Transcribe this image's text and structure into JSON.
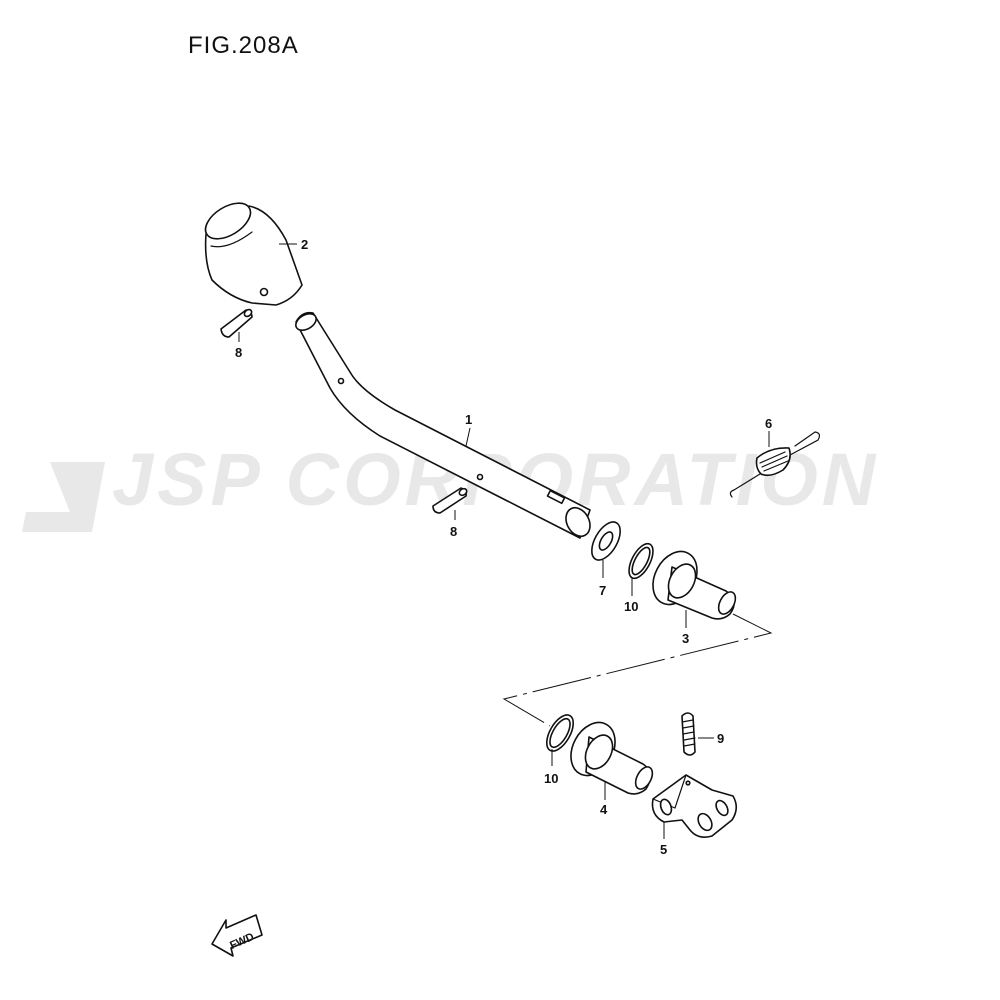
{
  "figure": {
    "title": "FIG.208A"
  },
  "watermark": {
    "text": "JSP CORPORATION",
    "color": "#e8e8e8"
  },
  "callouts": {
    "c1": "1",
    "c2": "2",
    "c3": "3",
    "c4": "4",
    "c5": "5",
    "c6": "6",
    "c7": "7",
    "c8a": "8",
    "c8b": "8",
    "c9": "9",
    "c10a": "10",
    "c10b": "10"
  },
  "direction_badge": {
    "text": "FWD"
  },
  "colors": {
    "line": "#111111",
    "background": "#ffffff"
  }
}
